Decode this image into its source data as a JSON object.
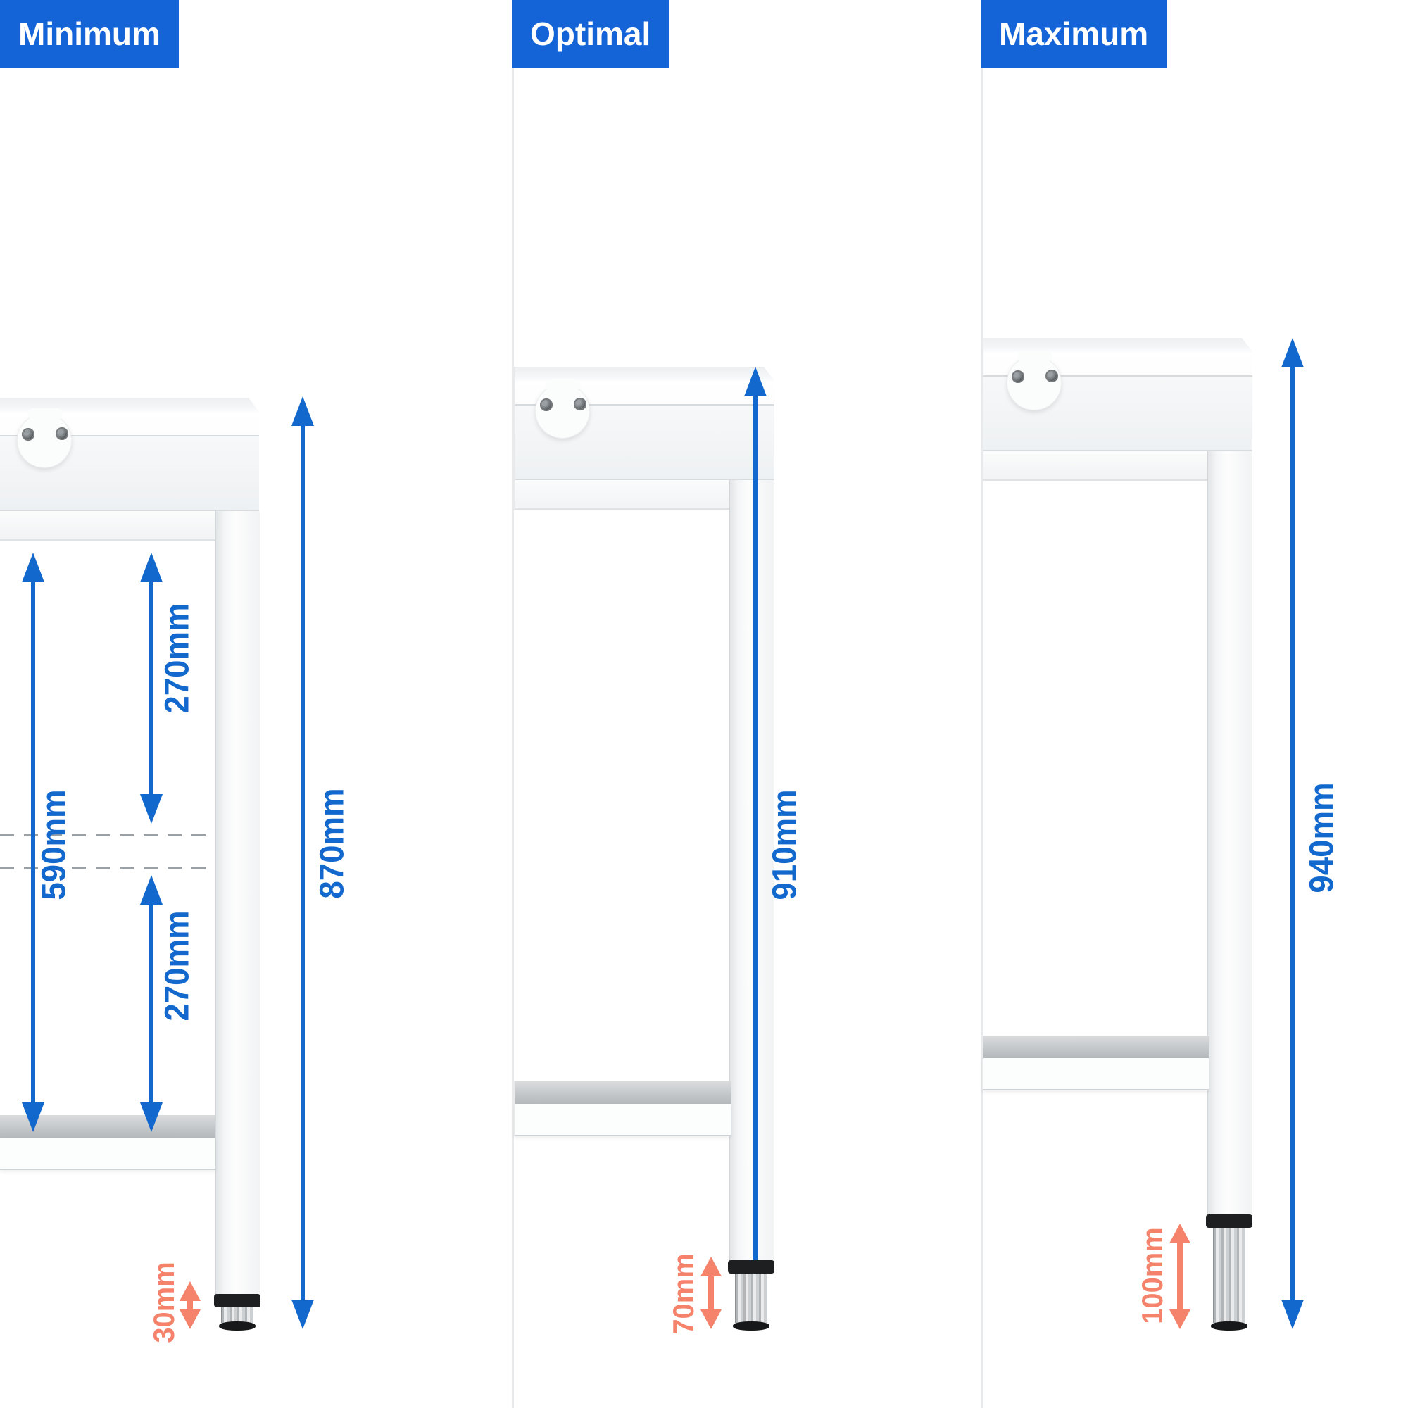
{
  "colors": {
    "accent_blue": "#1464D8",
    "dimension_blue": "#1268CC",
    "foot_orange": "#F5826B"
  },
  "panels": [
    {
      "id": "minimum",
      "badge": "Minimum",
      "total_height": "870mm",
      "foot_adjustment": "30mm",
      "inner_dimensions": {
        "upper_gap": "270mm",
        "overall_gap": "590mm",
        "lower_gap": "270mm"
      }
    },
    {
      "id": "optimal",
      "badge": "Optimal",
      "total_height": "910mm",
      "foot_adjustment": "70mm"
    },
    {
      "id": "maximum",
      "badge": "Maximum",
      "total_height": "940mm",
      "foot_adjustment": "100mm"
    }
  ]
}
